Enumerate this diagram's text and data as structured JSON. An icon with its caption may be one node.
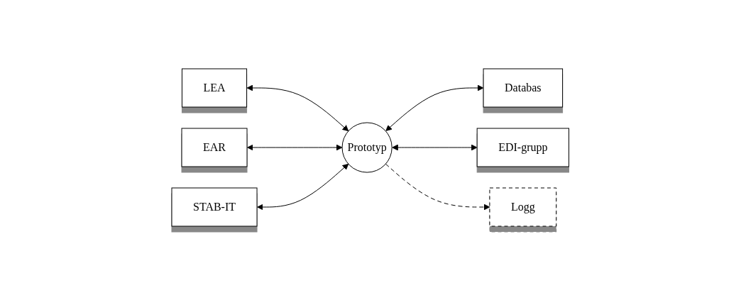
{
  "diagram": {
    "nodes": [
      {
        "text": [
          "LEA"
        ]
      },
      {
        "text": [
          "EAR"
        ]
      },
      {
        "text": [
          "Prototyp"
        ]
      },
      {
        "text": [
          "Databas"
        ]
      },
      {
        "text": [
          "STAB-IT"
        ]
      },
      {
        "text": [
          "EDI-grupp"
        ]
      },
      {
        "text": [
          "Logg"
        ]
      }
    ],
    "edges": [
      {
        "from": 0,
        "to": 2,
        "arrow": "both"
      },
      {
        "from": 1,
        "to": 2,
        "arrow": "both"
      },
      {
        "from": 2,
        "to": 3,
        "arrow": "both"
      },
      {
        "from": 4,
        "to": 2,
        "arrow": "both"
      },
      {
        "from": 2,
        "to": 5,
        "arrow": "both"
      },
      {
        "from": 2,
        "to": 6,
        "arrow": "to",
        "style": "dashed"
      }
    ]
  }
}
